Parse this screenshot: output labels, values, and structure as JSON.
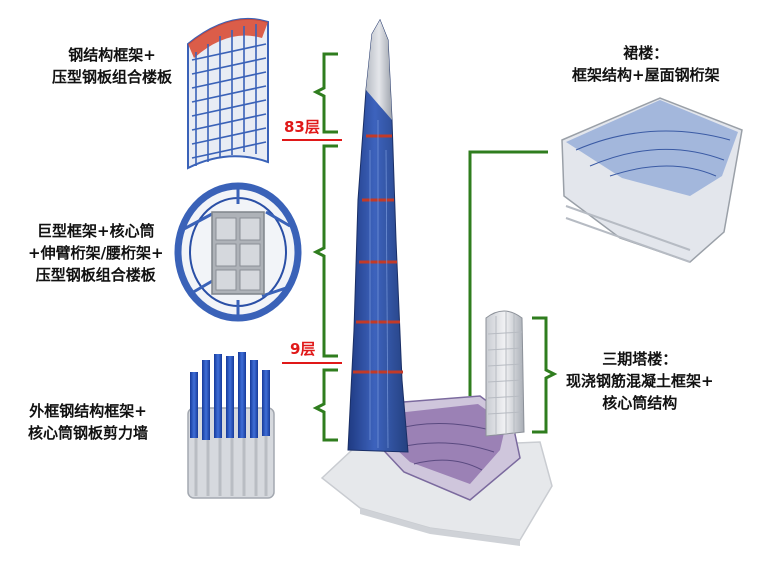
{
  "labels": {
    "top_left": [
      "钢结构框架+",
      "压型钢板组合楼板"
    ],
    "middle_left": [
      "巨型框架+核心筒",
      "+伸臂桁架/腰桁架+",
      "压型钢板组合楼板"
    ],
    "bottom_left": [
      "外框钢结构框架+",
      "核心筒钢板剪力墙"
    ],
    "podium": [
      "裙楼：",
      "框架结构+屋面钢桁架"
    ],
    "phase3_tower": [
      "三期塔楼：",
      "现浇钢筋混凝土框架+",
      "核心筒结构"
    ]
  },
  "floor_markers": {
    "upper": "83层",
    "lower": "9层"
  },
  "colors": {
    "bracket_green": "#2f7d1e",
    "marker_red": "#e01818",
    "steel_blue": "#3a62b8",
    "core_gray": "#9a9ea4",
    "roof_purple": "#8a6aa8"
  }
}
